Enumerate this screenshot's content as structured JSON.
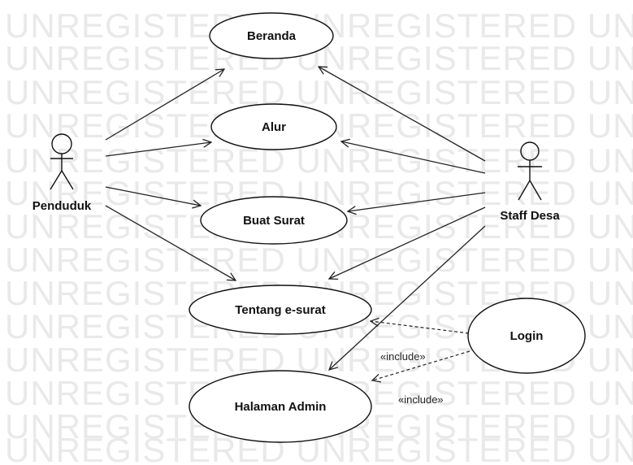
{
  "watermark": {
    "text": "UNREGISTERED UNREGISTERED UNREGIST"
  },
  "actors": {
    "penduduk": {
      "label": "Penduduk"
    },
    "staff": {
      "label": "Staff Desa"
    }
  },
  "use_cases": {
    "beranda": {
      "label": "Beranda"
    },
    "alur": {
      "label": "Alur"
    },
    "buat_surat": {
      "label": "Buat Surat"
    },
    "tentang": {
      "label": "Tentang e-surat"
    },
    "admin": {
      "label": "Halaman Admin"
    },
    "login": {
      "label": "Login"
    }
  },
  "relations": {
    "include_1": {
      "label": "«include»"
    },
    "include_2": {
      "label": "«include»"
    }
  }
}
